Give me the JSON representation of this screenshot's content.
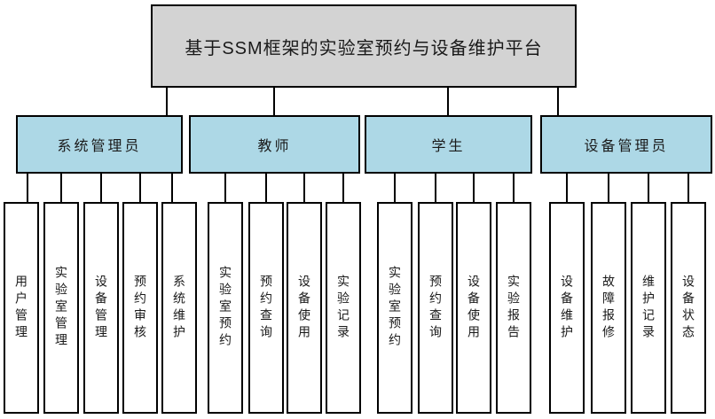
{
  "title": "基于SSM框架的实验室预约与设备维护平台",
  "colors": {
    "background": "#ffffff",
    "root_fill": "#d3d3d3",
    "role_fill": "#add8e6",
    "border": "#000000",
    "text": "#1a1a1a"
  },
  "roles": [
    {
      "label": "系统管理员",
      "children": [
        "用户管理",
        "实验室管理",
        "设备管理",
        "预约审核",
        "系统维护"
      ]
    },
    {
      "label": "教师",
      "children": [
        "实验室预约",
        "预约查询",
        "设备使用",
        "实验记录"
      ]
    },
    {
      "label": "学生",
      "children": [
        "实验室预约",
        "预约查询",
        "设备使用",
        "实验报告"
      ]
    },
    {
      "label": "设备管理员",
      "children": [
        "设备维护",
        "故障报修",
        "维护记录",
        "设备状态"
      ]
    }
  ]
}
